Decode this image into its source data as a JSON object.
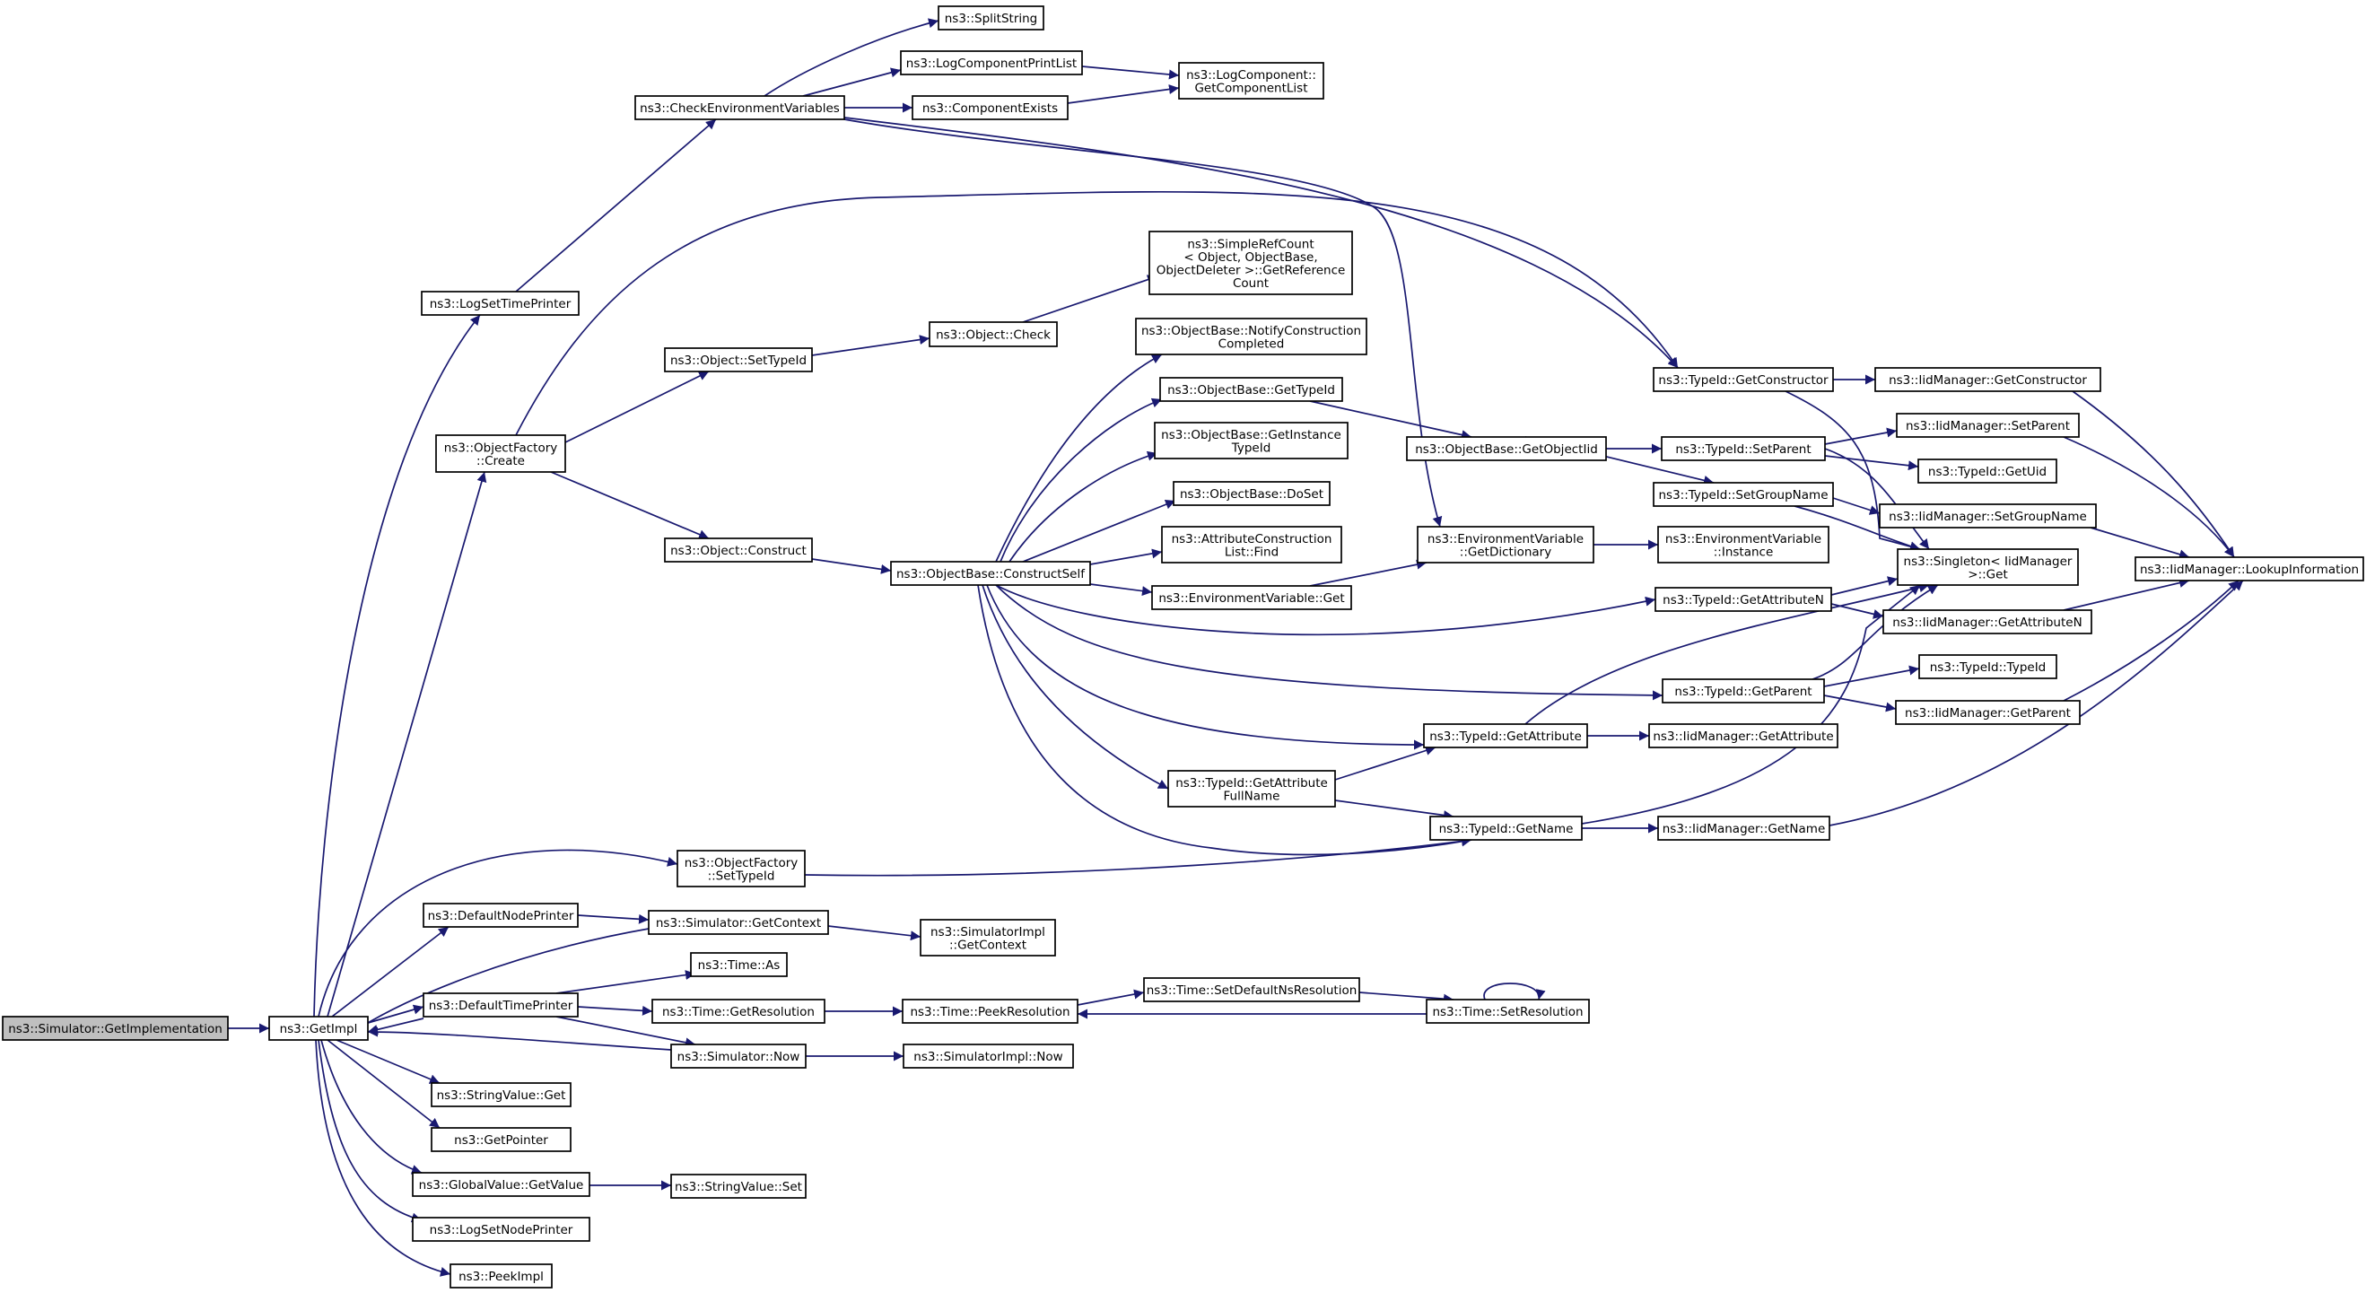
{
  "colors": {
    "edge": "#191970",
    "node_border": "#000000",
    "node_fill": "#ffffff",
    "root_fill": "#bfbfbf",
    "background": "#ffffff"
  },
  "nodes": {
    "root": [
      "ns3::Simulator::GetImplementation"
    ],
    "getimpl": [
      "ns3::GetImpl"
    ],
    "logsettimeprinter": [
      "ns3::LogSetTimePrinter"
    ],
    "checkenv": [
      "ns3::CheckEnvironmentVariables"
    ],
    "splitstring": [
      "ns3::SplitString"
    ],
    "logcompprintlist": [
      "ns3::LogComponentPrintList"
    ],
    "componentexists": [
      "ns3::ComponentExists"
    ],
    "logcompgetlist": [
      "ns3::LogComponent::",
      "GetComponentList"
    ],
    "objfactorycreate": [
      "ns3::ObjectFactory",
      "::Create"
    ],
    "objsettypeid": [
      "ns3::Object::SetTypeId"
    ],
    "objcheck": [
      "ns3::Object::Check"
    ],
    "simplerefcount": [
      "ns3::SimpleRefCount",
      "< Object, ObjectBase,",
      " ObjectDeleter >::GetReference",
      "Count"
    ],
    "notifyconstruction": [
      "ns3::ObjectBase::NotifyConstruction",
      "Completed"
    ],
    "obgettypeid": [
      "ns3::ObjectBase::GetTypeId"
    ],
    "obgetinstancetypeid": [
      "ns3::ObjectBase::GetInstance",
      "TypeId"
    ],
    "obdoset": [
      "ns3::ObjectBase::DoSet"
    ],
    "attrconstrfind": [
      "ns3::AttributeConstruction",
      "List::Find"
    ],
    "envget": [
      "ns3::EnvironmentVariable::Get"
    ],
    "objconstruct": [
      "ns3::Object::Construct"
    ],
    "obconstructself": [
      "ns3::ObjectBase::ConstructSelf"
    ],
    "obgetobjectiid": [
      "ns3::ObjectBase::GetObjectIid"
    ],
    "envgetdict": [
      "ns3::EnvironmentVariable",
      "::GetDictionary"
    ],
    "envinstance": [
      "ns3::EnvironmentVariable",
      "::Instance"
    ],
    "tidgetconstructor": [
      "ns3::TypeId::GetConstructor"
    ],
    "iidgetconstructor": [
      "ns3::IidManager::GetConstructor"
    ],
    "tidsetparent": [
      "ns3::TypeId::SetParent"
    ],
    "iidsetparent": [
      "ns3::IidManager::SetParent"
    ],
    "tidgetuid": [
      "ns3::TypeId::GetUid"
    ],
    "tidsetgroupname": [
      "ns3::TypeId::SetGroupName"
    ],
    "iidsetgroupname": [
      "ns3::IidManager::SetGroupName"
    ],
    "singletonget": [
      "ns3::Singleton< IidManager",
      " >::Get"
    ],
    "iidlookup": [
      "ns3::IidManager::LookupInformation"
    ],
    "tidgetattributen": [
      "ns3::TypeId::GetAttributeN"
    ],
    "iidgetattributen": [
      "ns3::IidManager::GetAttributeN"
    ],
    "tidtypeid": [
      "ns3::TypeId::TypeId"
    ],
    "tidgetparent": [
      "ns3::TypeId::GetParent"
    ],
    "iidgetparent": [
      "ns3::IidManager::GetParent"
    ],
    "tidgetattribute": [
      "ns3::TypeId::GetAttribute"
    ],
    "iidgetattribute": [
      "ns3::IidManager::GetAttribute"
    ],
    "tidgetattrfullname": [
      "ns3::TypeId::GetAttribute",
      "FullName"
    ],
    "tidgetname": [
      "ns3::TypeId::GetName"
    ],
    "iidgetname": [
      "ns3::IidManager::GetName"
    ],
    "objfactorysettypeid": [
      "ns3::ObjectFactory",
      "::SetTypeId"
    ],
    "defaultnodeprinter": [
      "ns3::DefaultNodePrinter"
    ],
    "simgetcontext": [
      "ns3::Simulator::GetContext"
    ],
    "simimplgetcontext": [
      "ns3::SimulatorImpl",
      "::GetContext"
    ],
    "timeas": [
      "ns3::Time::As"
    ],
    "defaulttimeprinter": [
      "ns3::DefaultTimePrinter"
    ],
    "timegetresolution": [
      "ns3::Time::GetResolution"
    ],
    "timepeekresolution": [
      "ns3::Time::PeekResolution"
    ],
    "timesetdefaultns": [
      "ns3::Time::SetDefaultNsResolution"
    ],
    "timesetresolution": [
      "ns3::Time::SetResolution"
    ],
    "simnow": [
      "ns3::Simulator::Now"
    ],
    "simimplnow": [
      "ns3::SimulatorImpl::Now"
    ],
    "stringvalueget": [
      "ns3::StringValue::Get"
    ],
    "getpointer": [
      "ns3::GetPointer"
    ],
    "globalvaluegetvalue": [
      "ns3::GlobalValue::GetValue"
    ],
    "stringvalueset": [
      "ns3::StringValue::Set"
    ],
    "logsetnodeprinter": [
      "ns3::LogSetNodePrinter"
    ],
    "peekimpl": [
      "ns3::PeekImpl"
    ]
  }
}
